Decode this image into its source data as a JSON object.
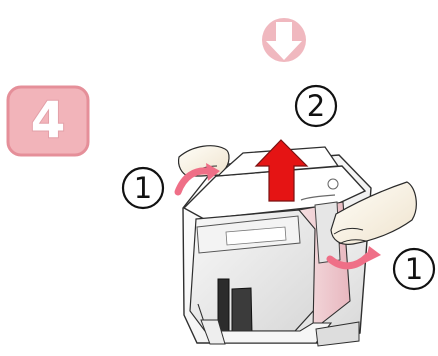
{
  "step": {
    "number": "4",
    "badge_color": "#f2b4ba",
    "badge_border": "#e58f99"
  },
  "top_arrow": {
    "color": "#f0b8bf"
  },
  "callouts": {
    "one_left": "1",
    "one_right": "1",
    "two": "2"
  },
  "arrows": {
    "lift_color": "#e51414",
    "side_color": "#ef6f87"
  }
}
